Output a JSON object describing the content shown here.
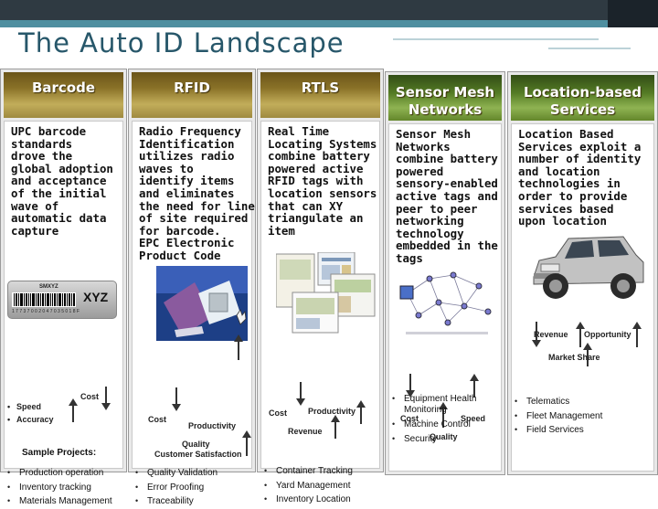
{
  "slide": {
    "title": "The Auto ID Landscape"
  },
  "columns": [
    {
      "header": "Barcode",
      "description": "UPC barcode\nstandards\ndrove the\nglobal adoption\nand acceptance\nof the initial\nwave of\nautomatic data\ncapture",
      "card": {
        "code": "XYZ",
        "small": "SMXYZ",
        "digits": "1 7 7 3 7 0 0 2 0 4 7 0 3 5 0 1 8 F"
      },
      "metrics": {
        "cost": "Cost",
        "speed": "Speed",
        "accuracy": "Accuracy"
      },
      "samples_title": "Sample Projects:",
      "samples": [
        "Production operation",
        "Inventory tracking",
        "Materials Management"
      ]
    },
    {
      "header": "RFID",
      "description": "Radio Frequency\nIdentification\nutilizes radio\nwaves to\nidentify items\nand eliminates\nthe need for line\nof site required\nfor barcode.\nEPC Electronic\nProduct Code",
      "metrics": {
        "cost": "Cost",
        "productivity": "Productivity",
        "quality": "Quality",
        "satisfaction": "Customer Satisfaction"
      },
      "samples": [
        "Quality Validation",
        "Error Proofing",
        "Traceability"
      ]
    },
    {
      "header": "RTLS",
      "description": "Real Time\nLocating Systems\ncombine battery\npowered active\nRFID tags with\nlocation sensors\nthat can XY\ntriangulate an\nitem",
      "metrics": {
        "cost": "Cost",
        "productivity": "Productivity",
        "revenue": "Revenue"
      },
      "samples": [
        "Container Tracking",
        "Yard Management",
        "Inventory Location"
      ]
    },
    {
      "header": "Sensor Mesh\nNetworks",
      "description": "Sensor Mesh\nNetworks\ncombine battery\npowered\nsensory-enabled\nactive tags and\npeer to peer\nnetworking\ntechnology\nembedded in the\ntags",
      "metrics": {
        "cost": "Cost",
        "speed": "Speed",
        "quality": "Quality"
      },
      "samples": [
        "Equipment Health\nMonitoring",
        "Machine Control",
        "Security"
      ]
    },
    {
      "header": "Location-based\nServices",
      "description": "Location Based\nServices exploit a\nnumber of identity\nand location\ntechnologies in\norder to provide\nservices based\nupon location",
      "metrics": {
        "revenue": "Revenue",
        "opportunity": "Opportunity",
        "market_share": "Market Share"
      },
      "samples": [
        "Telematics",
        "Fleet Management",
        "Field Services"
      ]
    }
  ],
  "colors": {
    "title": "#27576a",
    "gold_header": "#8a7228",
    "green_header": "#557c25",
    "accent": "#4f8fa0"
  }
}
